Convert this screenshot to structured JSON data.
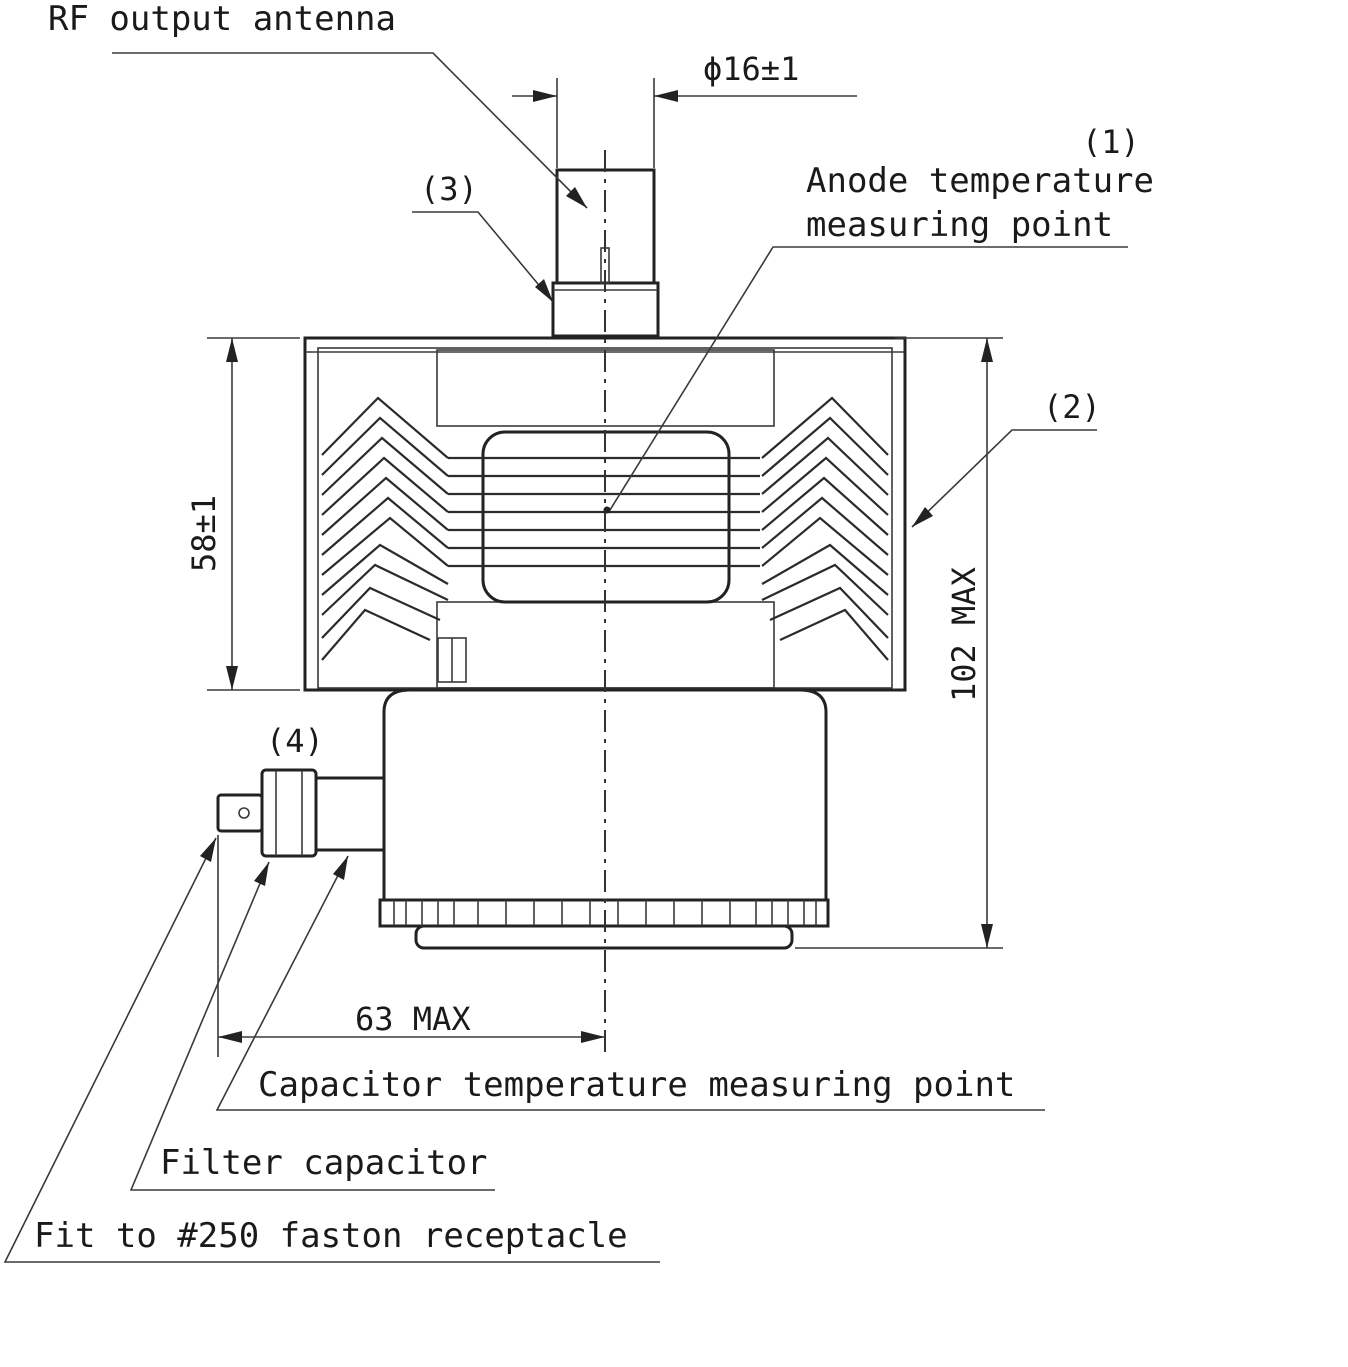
{
  "labels": {
    "rf_output_antenna": "RF output antenna",
    "anode_point_line1": "Anode temperature",
    "anode_point_line2": "measuring point",
    "capacitor_point": "Capacitor temperature measuring point",
    "filter_capacitor": "Filter capacitor",
    "faston": "Fit to #250 faston receptacle"
  },
  "callouts": {
    "c1": "(1)",
    "c2": "(2)",
    "c3": "(3)",
    "c4": "(4)"
  },
  "dimensions": {
    "antenna_diameter": "ϕ16±1",
    "yoke_height": "58±1",
    "total_height": "102 MAX",
    "half_width": "63 MAX"
  }
}
